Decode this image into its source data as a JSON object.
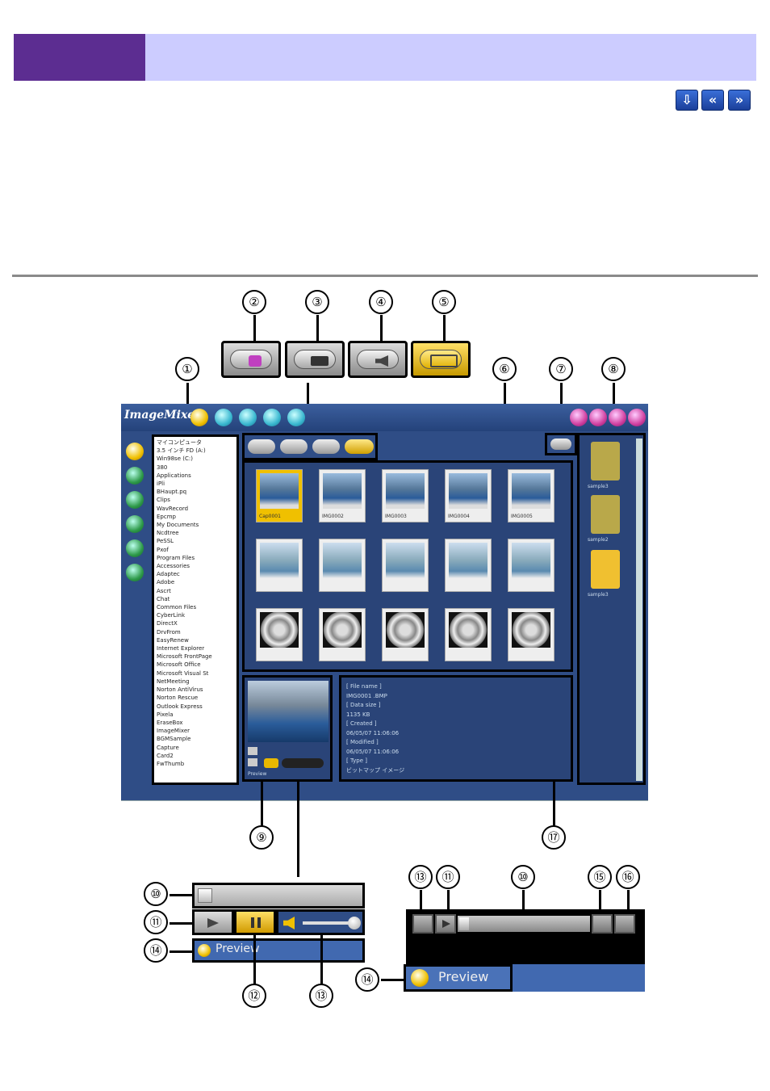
{
  "nav": {
    "down": "⇩",
    "prev": "«",
    "next": "»"
  },
  "callouts": {
    "c1": "①",
    "c2": "②",
    "c3": "③",
    "c4": "④",
    "c5": "⑤",
    "c6": "⑥",
    "c7": "⑦",
    "c8": "⑧",
    "c9": "⑨",
    "c10a": "⑩",
    "c11a": "⑪",
    "c14a": "⑭",
    "c12": "⑫",
    "c13a": "⑬",
    "c13b": "⑬",
    "c11b": "⑪",
    "c10b": "⑩",
    "c15": "⑮",
    "c16": "⑯",
    "c14b": "⑭",
    "c17": "⑰"
  },
  "app": {
    "logo": "ImageMixer",
    "tree": [
      "マイコンピュータ",
      "3.5 インチ FD (A:)",
      "Win98se (C:)",
      "380",
      "Applications",
      "iPli",
      "BHaupt.pq",
      "Clips",
      "WavRecord",
      "Epcmp",
      "My Documents",
      "Ncdtree",
      "PeSSL",
      "Pxof",
      "Program Files",
      "Accessories",
      "Adaptec",
      "Adobe",
      "Ascrt",
      "Chat",
      "Common Files",
      "CyberLink",
      "DirectX",
      "DrvFrom",
      "EasyRenew",
      "Internet Explorer",
      "Microsoft FrontPage",
      "Microsoft Office",
      "Microsoft Visual St",
      "NetMeeting",
      "Norton AntiVirus",
      "Norton Rescue",
      "Outlook Express",
      "Pixela",
      "EraseBox",
      "ImageMixer",
      "BGMSample",
      "Capture",
      "Card2",
      "FwThumb"
    ],
    "thumbs": [
      "Cap0001",
      "IMG0002",
      "IMG0003",
      "IMG0004",
      "IMG0005"
    ],
    "albums": [
      "sample3",
      "sample2",
      "sample3"
    ],
    "info": [
      "[ File name ]",
      "IMG0001 .BMP",
      "[ Data size ]",
      "1135 KB",
      "[ Created ]",
      "06/05/07 11:06:06",
      "[ Modified ]",
      "06/05/07 11:06:06",
      "[ Type ]",
      "ビットマップ イメージ"
    ],
    "preview_small": "Preview"
  },
  "zoom": {
    "preview_label": "Preview"
  },
  "colors": {
    "header_left": "#5c2d91",
    "header_right": "#ccccff",
    "app_bg": "#2f4d86"
  }
}
